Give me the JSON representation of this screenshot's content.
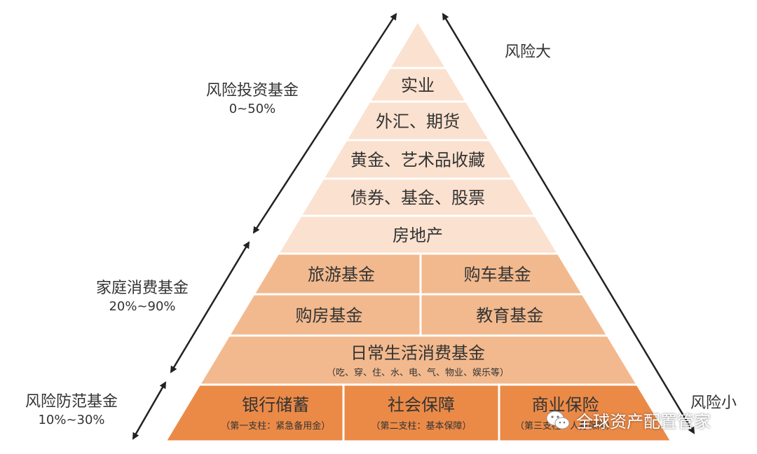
{
  "colors": {
    "top": "#fbe1cf",
    "middle": "#f2b98e",
    "bottom": "#eb8a47",
    "line": "#ffffff",
    "text": "#333333",
    "arrow": "#222222"
  },
  "pyramid": {
    "top": [
      {
        "label": "实业"
      },
      {
        "label": "外汇、期货"
      },
      {
        "label": "黄金、艺术品收藏"
      },
      {
        "label": "债券、基金、股票"
      },
      {
        "label": "房地产"
      }
    ],
    "middle": [
      {
        "left": "旅游基金",
        "right": "购车基金"
      },
      {
        "left": "购房基金",
        "right": "教育基金"
      }
    ],
    "daily": {
      "label": "日常生活消费基金",
      "sub": "（吃、穿、住、水、电、气、物业、娱乐等）"
    },
    "bottom": [
      {
        "label": "银行储蓄",
        "sub": "（第一支柱：紧急备用金）"
      },
      {
        "label": "社会保障",
        "sub": "（第二支柱：基本保障）"
      },
      {
        "label": "商业保险",
        "sub": "（第三支柱：人身保障）"
      }
    ]
  },
  "side_labels": [
    {
      "title": "风险投资基金",
      "pct": "0~50%"
    },
    {
      "title": "家庭消费基金",
      "pct": "20%~90%"
    },
    {
      "title": "风险防范基金",
      "pct": "10%~30%"
    }
  ],
  "risk": {
    "high": "风险大",
    "low": "风险小"
  },
  "watermark": {
    "text": "全球资产配置管家",
    "icon": "wechat-icon"
  }
}
